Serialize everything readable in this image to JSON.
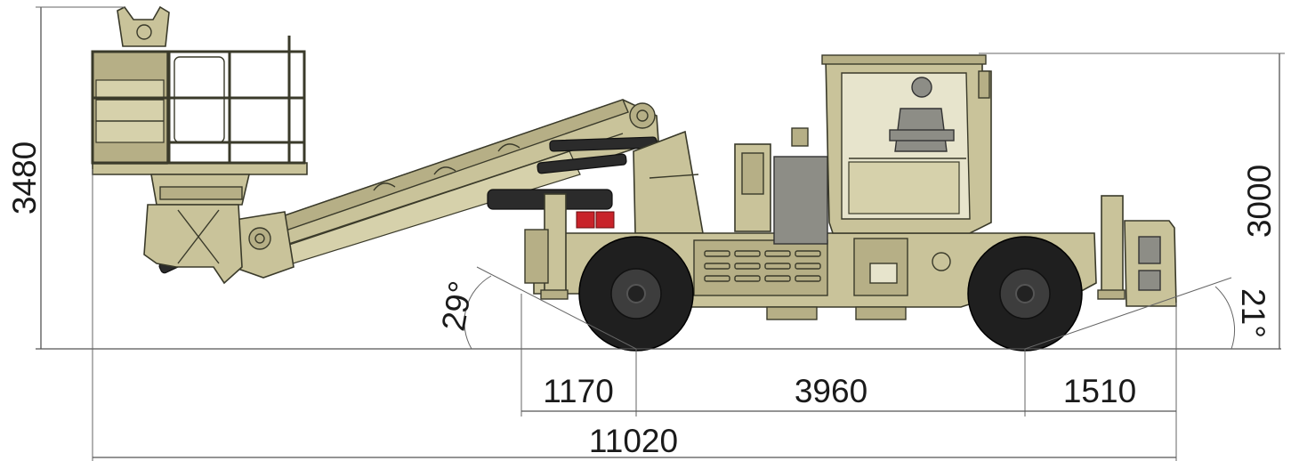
{
  "diagram": {
    "dimensions": {
      "overall_height": "3480",
      "cab_height": "3000",
      "front_overhang": "1170",
      "wheelbase": "3960",
      "rear_overhang": "1510",
      "overall_length": "11020",
      "approach_angle": "29°",
      "departure_angle": "21°"
    },
    "colors": {
      "body": "#c9c39a",
      "tyre": "#1f1f1f",
      "dimension_line": "#555555",
      "warning_box": "#c8232a"
    }
  }
}
